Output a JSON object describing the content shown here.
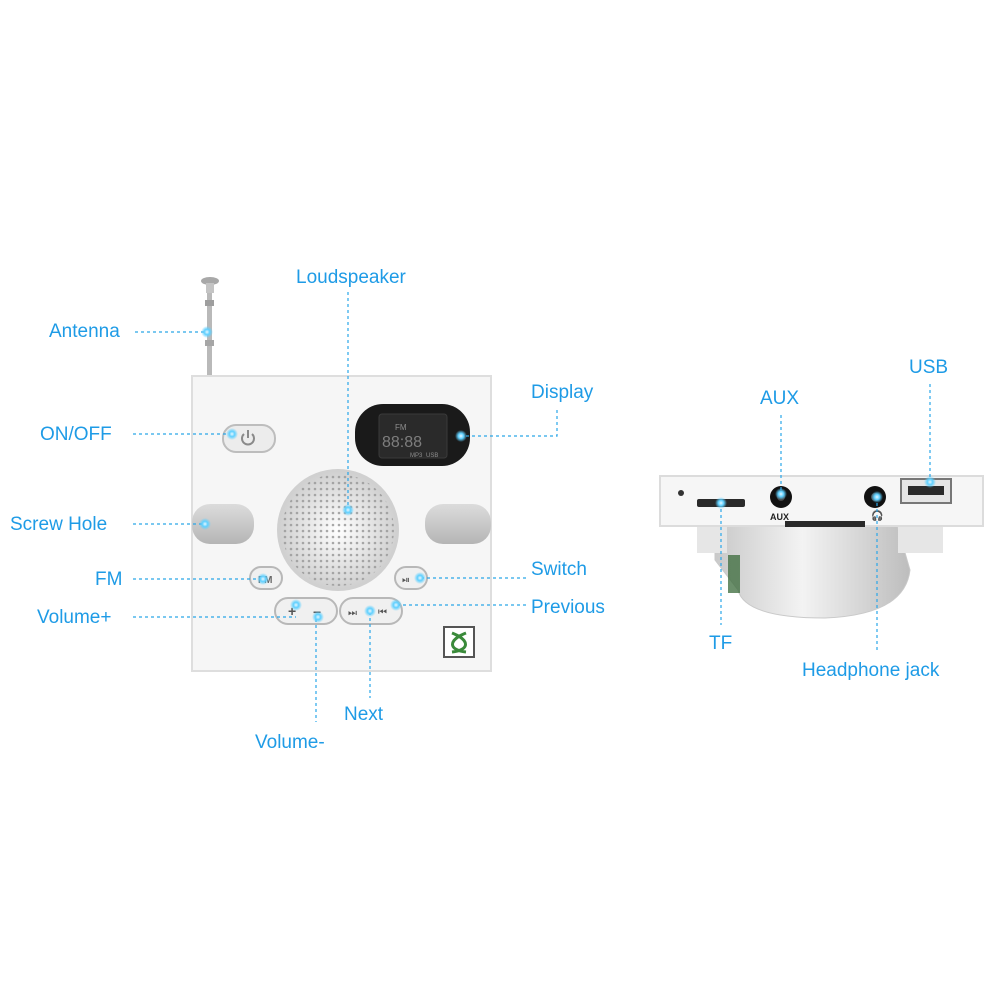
{
  "labels": {
    "antenna": "Antenna",
    "loudspeaker": "Loudspeaker",
    "display": "Display",
    "on_off": "ON/OFF",
    "screw_hole": "Screw Hole",
    "fm": "FM",
    "volume_plus": "Volume+",
    "switch": "Switch",
    "previous": "Previous",
    "next": "Next",
    "volume_minus": "Volume-",
    "usb": "USB",
    "aux": "AUX",
    "tf": "TF",
    "headphone_jack": "Headphone jack"
  },
  "device_print": {
    "lcd_digits": "88:88",
    "lcd_mp3": "MP3",
    "lcd_usb": "USB",
    "lcd_fm": "FM",
    "fm_button": "FM",
    "plus": "+",
    "minus": "−",
    "next_glyph": "⏭",
    "prev_glyph": "⏮",
    "switch_glyph": "⏯",
    "aux_port": "AUX"
  },
  "colors": {
    "label": "#1e9be6",
    "leader": "#2aa6e8",
    "dot": "#31b4f0",
    "panel": "#f4f4f4",
    "lcd": "#1a1a1a"
  }
}
